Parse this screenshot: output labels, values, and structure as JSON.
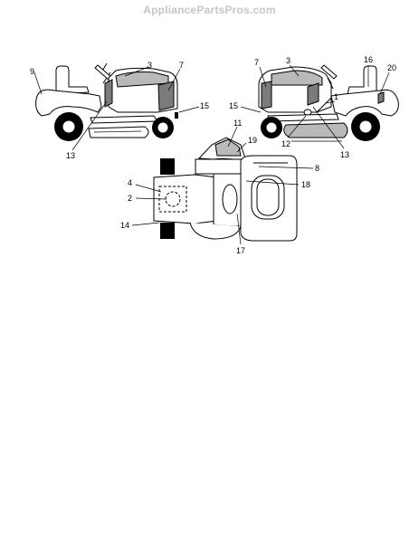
{
  "watermark": "AppliancePartsPros.com",
  "callouts": {
    "left_view": [
      "9",
      "3",
      "7",
      "15",
      "13"
    ],
    "right_view": [
      "7",
      "3",
      "16",
      "20",
      "1",
      "15",
      "12",
      "13"
    ],
    "top_view": [
      "11",
      "19",
      "8",
      "18",
      "4",
      "2",
      "14",
      "17"
    ]
  },
  "colors": {
    "decal_fill": "#7b7b7b",
    "light_fill": "#b9b9b9",
    "line": "#000000",
    "watermark": "#c7c7c7"
  }
}
